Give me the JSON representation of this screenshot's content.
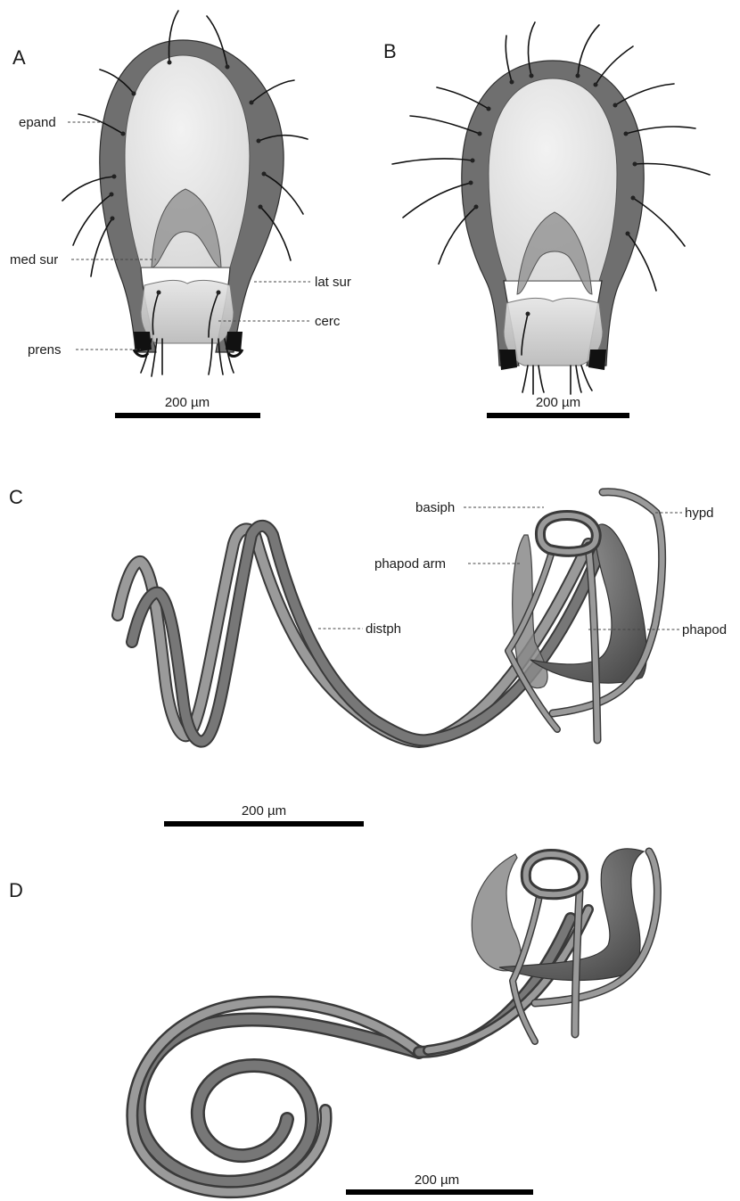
{
  "panels": {
    "A": {
      "letter": "A",
      "labels": {
        "epand": "epand",
        "med_sur": "med sur",
        "lat_sur": "lat sur",
        "cerc": "cerc",
        "prens": "prens"
      },
      "scale": "200 µm"
    },
    "B": {
      "letter": "B",
      "scale": "200 µm"
    },
    "C": {
      "letter": "C",
      "labels": {
        "basiph": "basiph",
        "hypd": "hypd",
        "phapod_arm": "phapod arm",
        "distph": "distph",
        "phapod": "phapod"
      },
      "scale": "200 µm"
    },
    "D": {
      "letter": "D",
      "scale": "200 µm"
    }
  },
  "colors": {
    "sclerite_dark": "#6f6f6f",
    "sclerite_mid": "#8c8c8c",
    "membrane": "#e6e6e6",
    "bristle": "#111111",
    "scale_bar": "#000000"
  }
}
